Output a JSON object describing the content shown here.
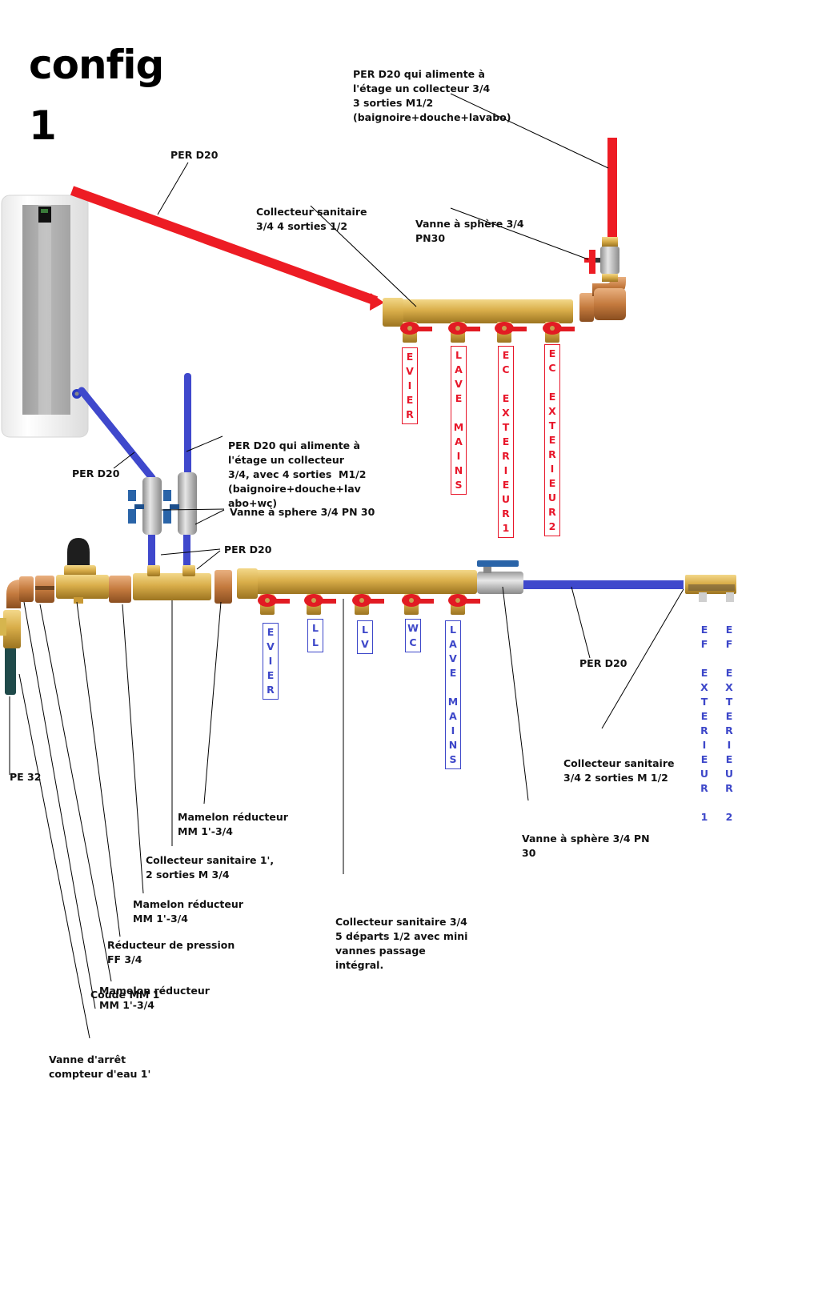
{
  "title": {
    "line1": "config",
    "line2": "1"
  },
  "colors": {
    "hot_pipe": "#ed1c24",
    "cold_pipe": "#3f48cc",
    "brass": "#d4a63c",
    "red_label": "#e8162a",
    "blue_label": "#3d47c9",
    "leader": "#000000"
  },
  "labels": {
    "per_d20_hot": "PER D20",
    "upper_feed": [
      "PER D20 qui alimente à",
      "l'étage un collecteur 3/4",
      "3 sorties M1/2",
      "(baignoire+douche+lavabo)"
    ],
    "collecteur_4": [
      "Collecteur sanitaire",
      "3/4 4 sorties 1/2"
    ],
    "vanne_top": [
      "Vanne à sphère 3/4",
      "PN30"
    ],
    "lower_feed": [
      "PER D20 qui alimente à",
      "l'étage un collecteur",
      "3/4, avec 4 sorties  M1/2",
      "(baignoire+douche+lav",
      "abo+wc)"
    ],
    "per_d20_cold": "PER D20",
    "vanne_pair": "Vanne à sphere 3/4 PN 30",
    "per_d20_pair": "PER D20",
    "per_d20_ext": "PER D20",
    "collecteur_2": [
      "Collecteur sanitaire",
      "3/4 2 sorties M 1/2"
    ],
    "pe32": "PE 32",
    "mamelon_1": [
      "Mamelon réducteur",
      "MM 1'-3/4"
    ],
    "collecteur_1p": [
      "Collecteur sanitaire 1',",
      "2 sorties M 3/4"
    ],
    "mamelon_2": [
      "Mamelon réducteur",
      "MM 1'-3/4"
    ],
    "reducteur": [
      "Réducteur de pression",
      "FF 3/4"
    ],
    "mamelon_3": [
      "Mamelon réducteur",
      "MM 1'-3/4"
    ],
    "coude": "Coude MM 1'",
    "vanne_arret": [
      "Vanne d'arrêt",
      "compteur d'eau 1'"
    ],
    "collecteur_5": [
      "Collecteur sanitaire 3/4",
      "5 départs 1/2 avec mini",
      "vannes passage",
      "intégral."
    ],
    "vanne_bottom": [
      "Vanne à sphère 3/4 PN",
      "30"
    ]
  },
  "hot_outlets": [
    {
      "letters": [
        "E",
        "V",
        "I",
        "E",
        "R"
      ]
    },
    {
      "letters": [
        "L",
        "A",
        "V",
        "E",
        "",
        "M",
        "A",
        "I",
        "N",
        "S"
      ]
    },
    {
      "letters": [
        "E",
        "C",
        "",
        "E",
        "X",
        "T",
        "E",
        "R",
        "I",
        "E",
        "U",
        "R",
        "1"
      ]
    },
    {
      "letters": [
        "E",
        "C",
        "",
        "E",
        "X",
        "T",
        "E",
        "R",
        "I",
        "E",
        "U",
        "R",
        "2"
      ]
    }
  ],
  "cold_outlets": [
    {
      "letters": [
        "E",
        "V",
        "I",
        "E",
        "R"
      ]
    },
    {
      "letters": [
        "L",
        "L"
      ]
    },
    {
      "letters": [
        "L",
        "V"
      ]
    },
    {
      "letters": [
        "W",
        "C"
      ]
    },
    {
      "letters": [
        "L",
        "A",
        "V",
        "E",
        "",
        "M",
        "A",
        "I",
        "N",
        "S"
      ]
    }
  ],
  "ext_outlets": [
    {
      "letters": [
        "E",
        "F",
        "",
        "E",
        "X",
        "T",
        "E",
        "R",
        "I",
        "E",
        "U",
        "R",
        "",
        "1"
      ]
    },
    {
      "letters": [
        "E",
        "F",
        "",
        "E",
        "X",
        "T",
        "E",
        "R",
        "I",
        "E",
        "U",
        "R",
        "",
        "2"
      ]
    }
  ]
}
